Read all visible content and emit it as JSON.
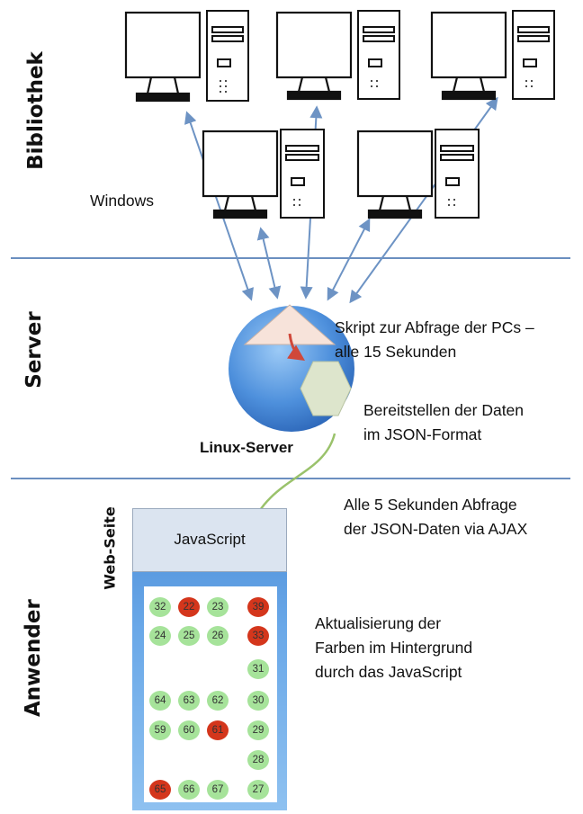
{
  "sections": {
    "library": "Bibliothek",
    "server": "Server",
    "user": "Anwender"
  },
  "labels": {
    "windows": "Windows",
    "linux_server": "Linux-Server",
    "web_page": "Web-Seite",
    "javascript": "JavaScript"
  },
  "notes": {
    "script_line1": "Skript zur Abfrage der PCs –",
    "script_line2": "alle 15 Sekunden",
    "json_line1": "Bereitstellen der Daten",
    "json_line2": "im JSON-Format",
    "ajax_line1": "Alle 5 Sekunden Abfrage",
    "ajax_line2": "der JSON-Daten via AJAX",
    "update_line1": "Aktualisierung der",
    "update_line2": "Farben im Hintergrund",
    "update_line3": "durch das JavaScript"
  },
  "seats": [
    {
      "id": "32",
      "status": "free"
    },
    {
      "id": "22",
      "status": "busy"
    },
    {
      "id": "23",
      "status": "free"
    },
    {
      "id": "39",
      "status": "busy"
    },
    {
      "id": "24",
      "status": "free"
    },
    {
      "id": "25",
      "status": "free"
    },
    {
      "id": "26",
      "status": "free"
    },
    {
      "id": "33",
      "status": "busy"
    },
    {
      "id": "31",
      "status": "free"
    },
    {
      "id": "64",
      "status": "free"
    },
    {
      "id": "63",
      "status": "free"
    },
    {
      "id": "62",
      "status": "free"
    },
    {
      "id": "30",
      "status": "free"
    },
    {
      "id": "59",
      "status": "free"
    },
    {
      "id": "60",
      "status": "free"
    },
    {
      "id": "61",
      "status": "busy"
    },
    {
      "id": "29",
      "status": "free"
    },
    {
      "id": "28",
      "status": "free"
    },
    {
      "id": "65",
      "status": "busy"
    },
    {
      "id": "66",
      "status": "free"
    },
    {
      "id": "67",
      "status": "free"
    },
    {
      "id": "27",
      "status": "free"
    }
  ],
  "colors": {
    "free": "#a6e39a",
    "busy": "#d4361c",
    "separator": "#6b8fc0",
    "arrow": "#6d93c4"
  }
}
